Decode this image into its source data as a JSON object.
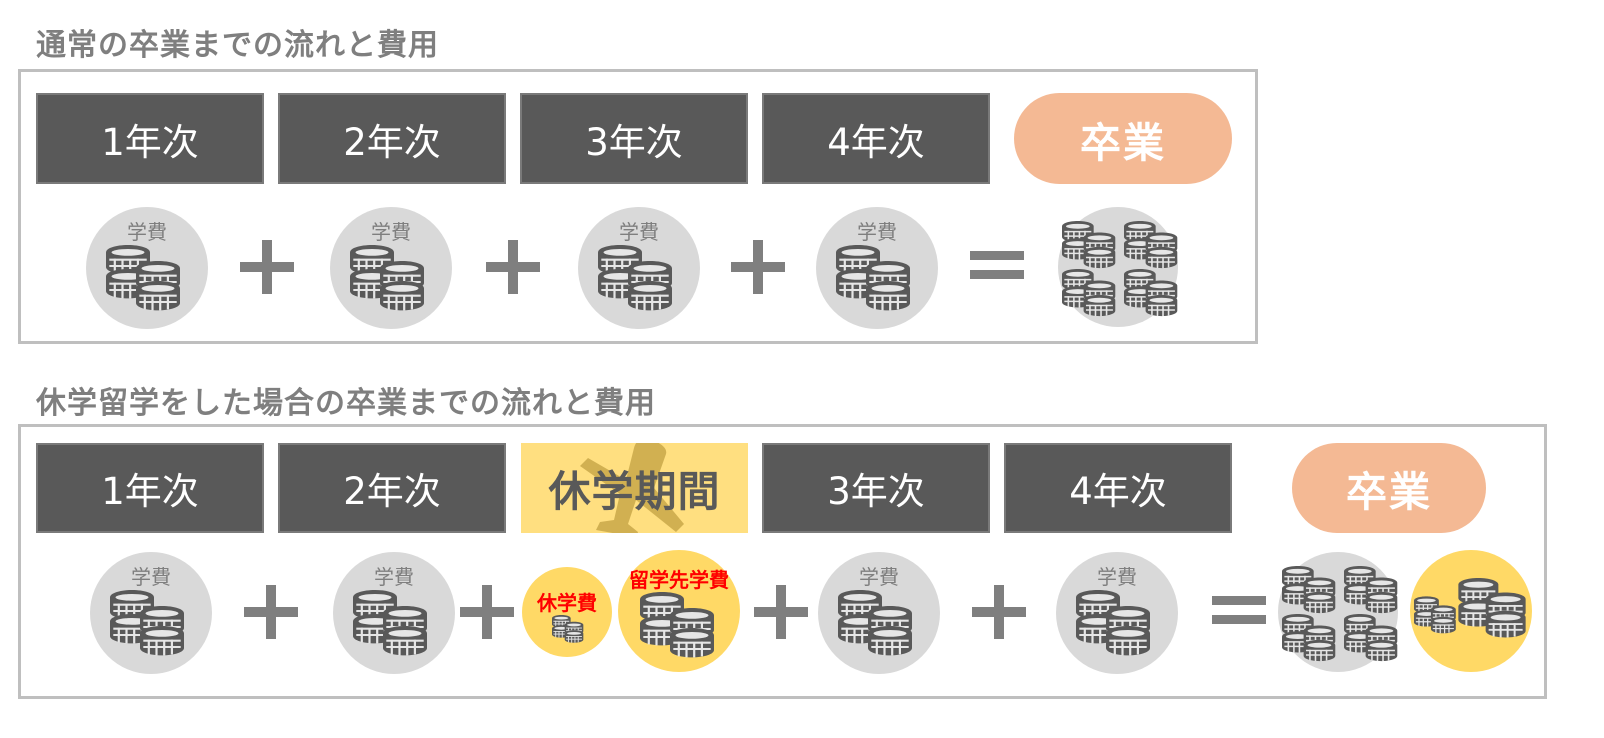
{
  "normal": {
    "title": "通常の卒業までの流れと費用",
    "years": [
      "1年次",
      "2年次",
      "3年次",
      "4年次"
    ],
    "graduation": "卒業",
    "fee_label": "学費"
  },
  "leave": {
    "title": "休学留学をした場合の卒業までの流れと費用",
    "years_before": [
      "1年次",
      "2年次"
    ],
    "leave_period": "休学期間",
    "years_after": [
      "3年次",
      "4年次"
    ],
    "graduation": "卒業",
    "fee_label": "学費",
    "leave_fee_label": "休学費",
    "abroad_fee_label": "留学先学費"
  },
  "colors": {
    "year_box": "#595959",
    "graduation": "#f4b994",
    "leave_highlight": "#ffdf80",
    "circle_gray": "#d9d9d9",
    "circle_yellow": "#ffd966",
    "coin": "#595959",
    "extra_label": "#ff0000"
  },
  "icons": {
    "coin": "coin-stack-icon",
    "plus": "plus-icon",
    "equals": "equals-icon",
    "plane": "airplane-icon"
  }
}
